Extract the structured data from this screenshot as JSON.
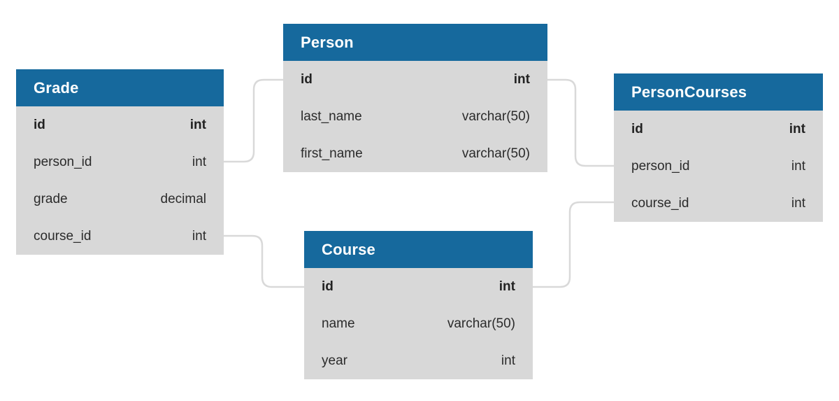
{
  "diagram": {
    "type": "entity-relationship-diagram",
    "colors": {
      "header_bg": "#16699d",
      "body_bg": "#d8d8d8",
      "connector": "#d9d9d9",
      "header_text": "#ffffff",
      "field_text": "#2b2b2b"
    },
    "tables": [
      {
        "name": "Grade",
        "fields": [
          {
            "name": "id",
            "type": "int"
          },
          {
            "name": "person_id",
            "type": "int"
          },
          {
            "name": "grade",
            "type": "decimal"
          },
          {
            "name": "course_id",
            "type": "int"
          }
        ]
      },
      {
        "name": "Person",
        "fields": [
          {
            "name": "id",
            "type": "int"
          },
          {
            "name": "last_name",
            "type": "varchar(50)"
          },
          {
            "name": "first_name",
            "type": "varchar(50)"
          }
        ]
      },
      {
        "name": "Course",
        "fields": [
          {
            "name": "id",
            "type": "int"
          },
          {
            "name": "name",
            "type": "varchar(50)"
          },
          {
            "name": "year",
            "type": "int"
          }
        ]
      },
      {
        "name": "PersonCourses",
        "fields": [
          {
            "name": "id",
            "type": "int"
          },
          {
            "name": "person_id",
            "type": "int"
          },
          {
            "name": "course_id",
            "type": "int"
          }
        ]
      }
    ],
    "relationships": [
      {
        "from": "Grade.person_id",
        "to": "Person.id"
      },
      {
        "from": "Grade.course_id",
        "to": "Course.id"
      },
      {
        "from": "Person.id",
        "to": "PersonCourses.person_id"
      },
      {
        "from": "Course.id",
        "to": "PersonCourses.course_id"
      }
    ]
  }
}
